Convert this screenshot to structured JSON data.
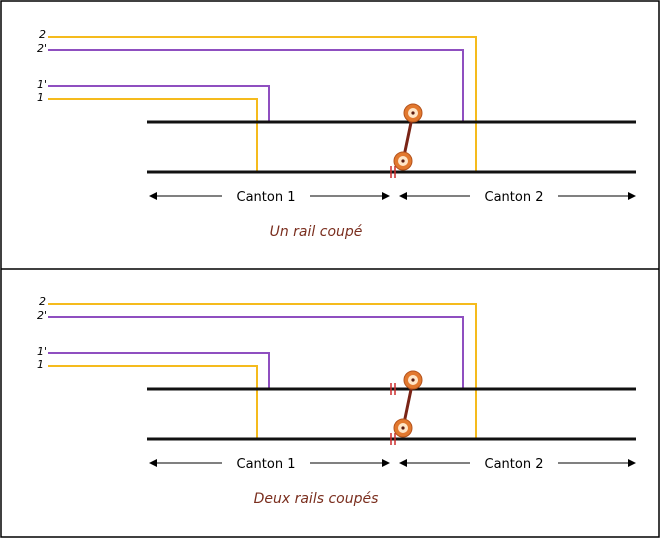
{
  "colors": {
    "yellow_wire": "#f5bb1d",
    "purple_wire": "#8f4fc0",
    "rail": "#111111",
    "axle": "#7a2416",
    "wheel_outer": "#e2782e",
    "wheel_inner": "#ffe6c8",
    "caption": "#7a2e1e",
    "cut_mark": "#cc2a2a"
  },
  "panels": [
    {
      "wire_labels": [
        "2",
        "2'",
        "1'",
        "1"
      ],
      "canton_1": "Canton 1",
      "canton_2": "Canton 2",
      "caption": "Un rail coupé",
      "rails_cut": 1
    },
    {
      "wire_labels": [
        "2",
        "2'",
        "1'",
        "1"
      ],
      "canton_1": "Canton 1",
      "canton_2": "Canton 2",
      "caption": "Deux rails coupés",
      "rails_cut": 2
    }
  ]
}
